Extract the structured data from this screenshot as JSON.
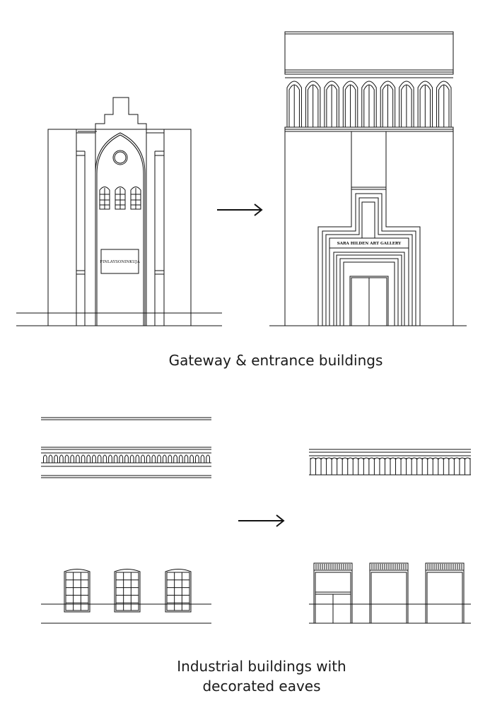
{
  "section_gateway": {
    "caption": "Gateway & entrance buildings",
    "before_sign": "FINLAYSONINKUJA",
    "after_sign": "SARA HILDEN ART GALLERY"
  },
  "section_industrial": {
    "caption_line1": "Industrial buildings with",
    "caption_line2": "decorated eaves"
  },
  "colors": {
    "line": "#111111",
    "background": "#ffffff"
  },
  "icons": [
    "arrow-right-icon"
  ]
}
